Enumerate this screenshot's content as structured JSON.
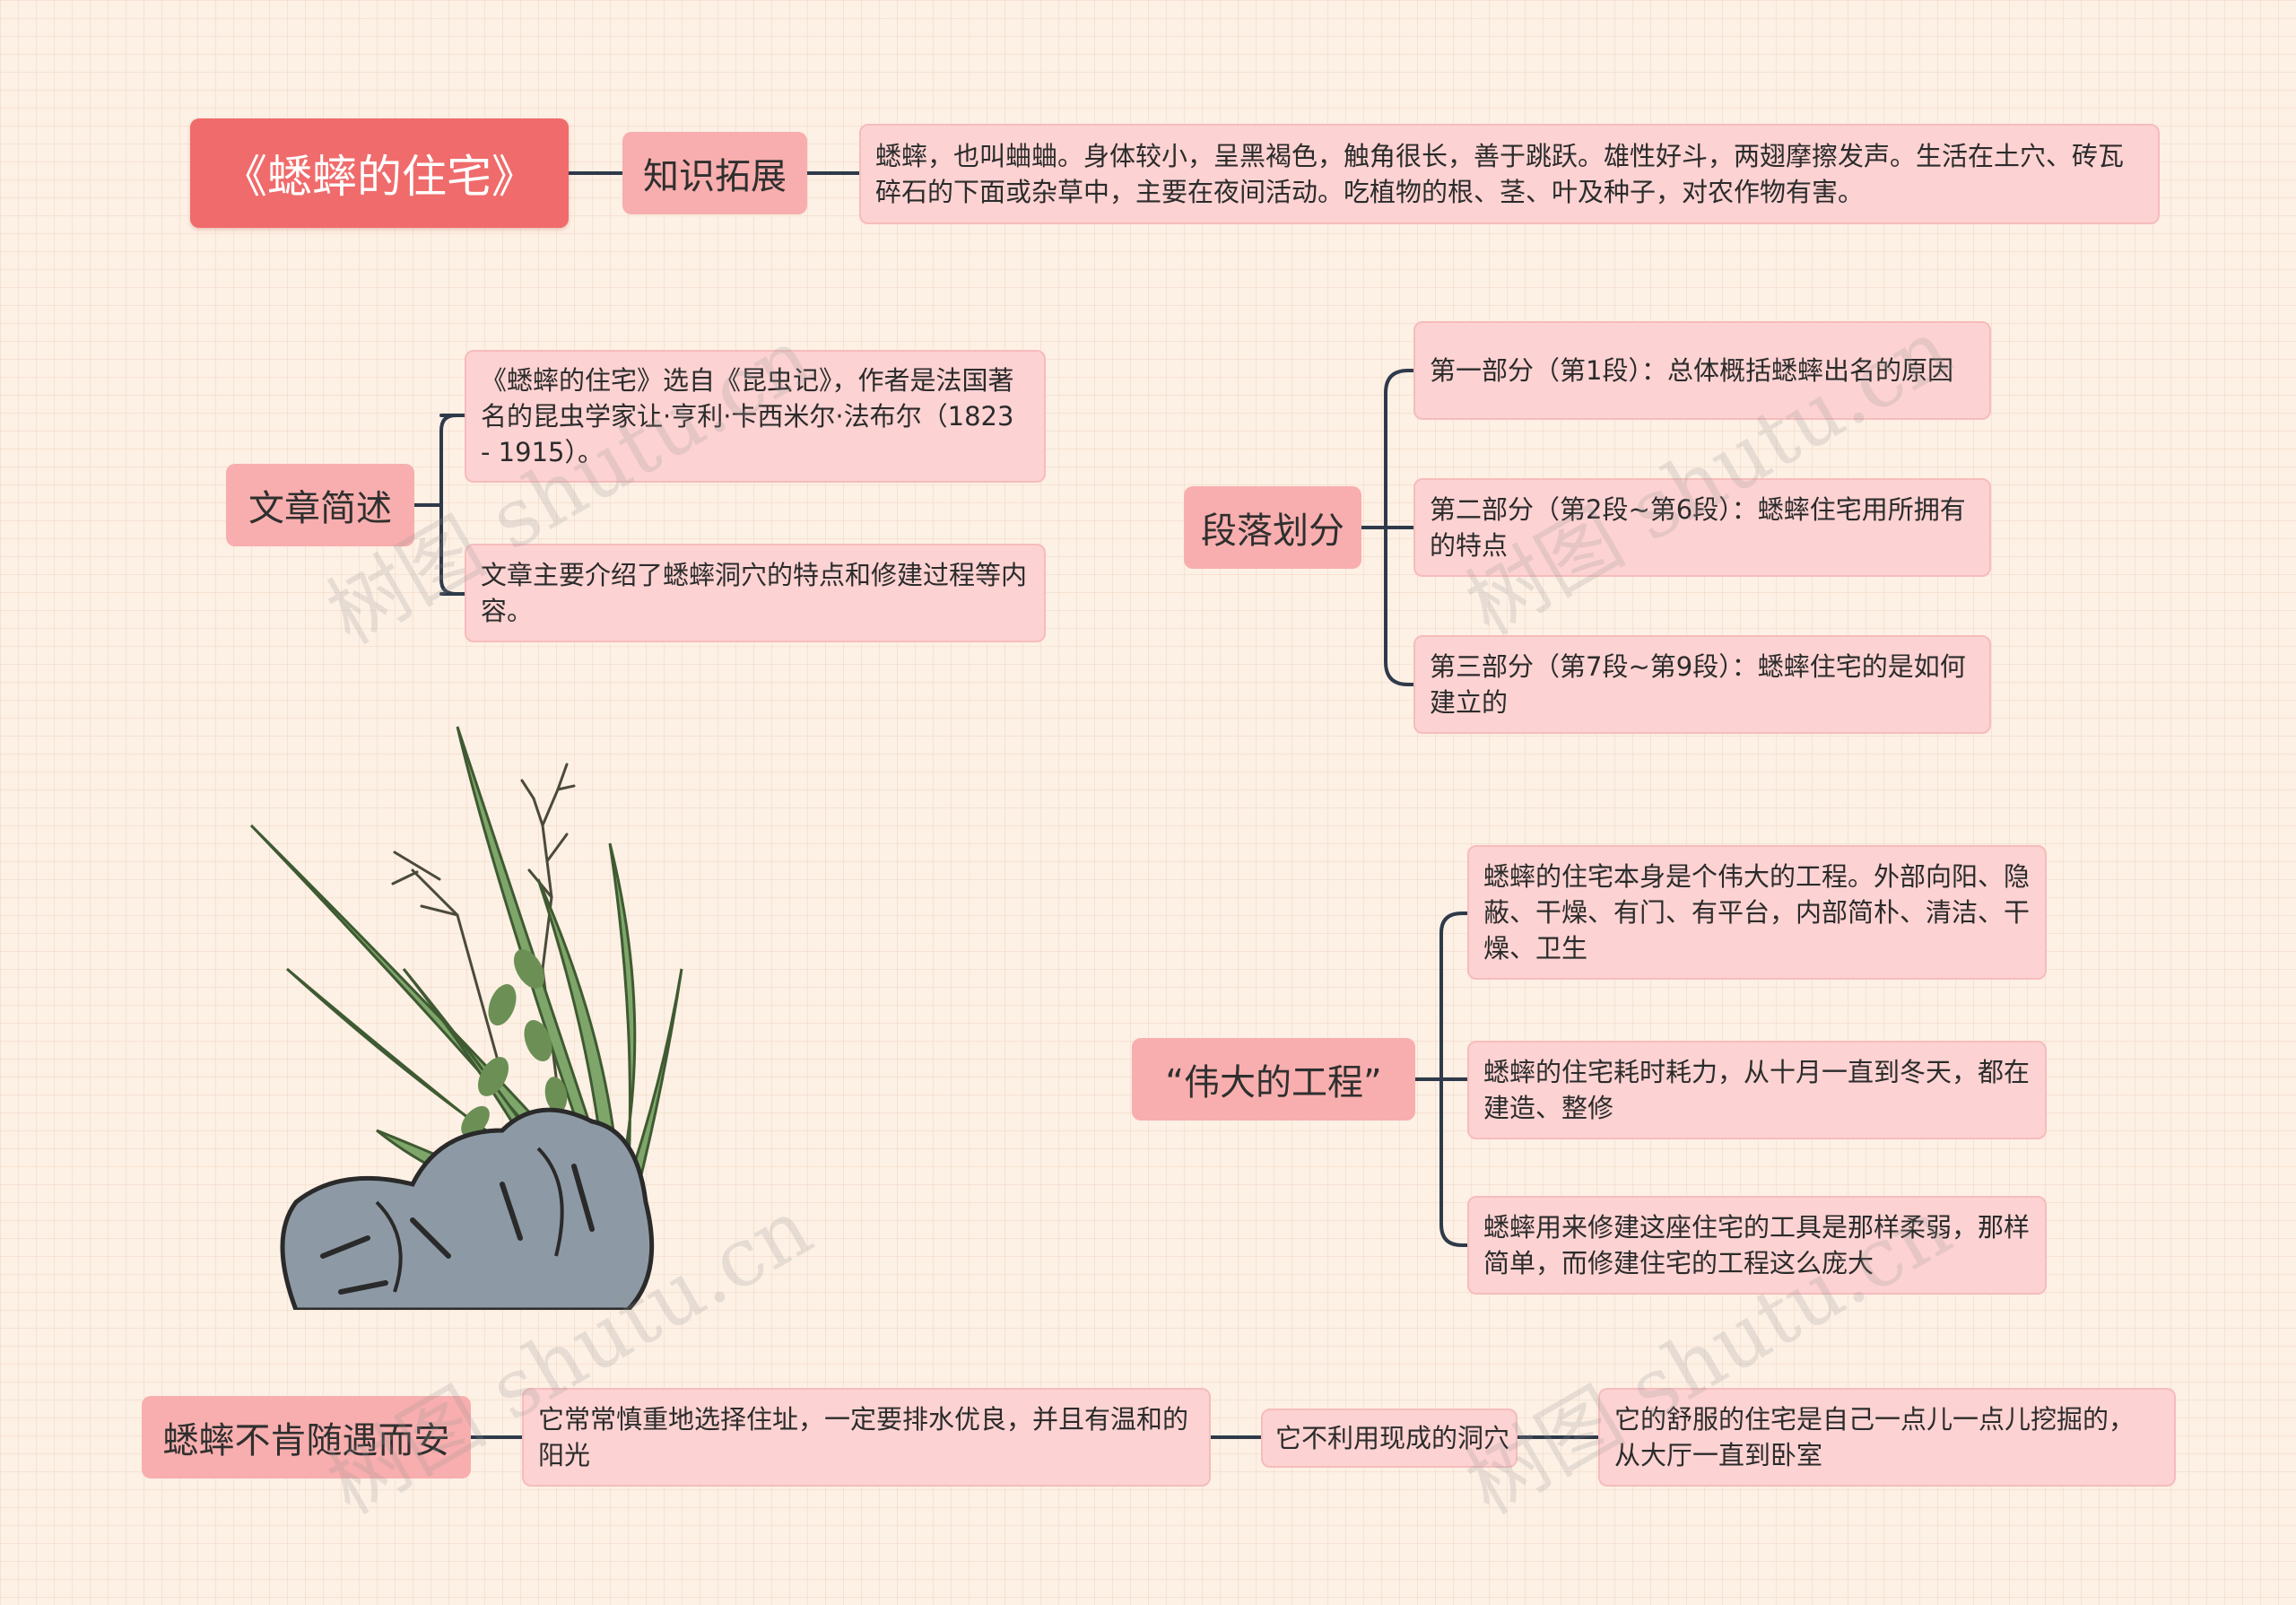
{
  "root": {
    "title": "《蟋蟀的住宅》"
  },
  "knowledge": {
    "label": "知识拓展",
    "text": "蟋蟀，也叫蛐蛐。身体较小，呈黑褐色，触角很长，善于跳跃。雄性好斗，两翅摩擦发声。生活在土穴、砖瓦碎石的下面或杂草中，主要在夜间活动。吃植物的根、茎、叶及种子，对农作物有害。"
  },
  "summary": {
    "label": "文章简述",
    "items": [
      "《蟋蟀的住宅》选自《昆虫记》，作者是法国著名的昆虫学家让·亨利·卡西米尔·法布尔（1823 - 1915）。",
      "文章主要介绍了蟋蟀洞穴的特点和修建过程等内容。"
    ]
  },
  "paragraphs": {
    "label": "段落划分",
    "items": [
      "第一部分（第1段）：总体概括蟋蟀出名的原因",
      "第二部分（第2段~第6段）：蟋蟀住宅用所拥有的特点",
      "第三部分（第7段~第9段）：蟋蟀住宅的是如何建立的"
    ]
  },
  "great": {
    "label": "“伟大的工程”",
    "items": [
      "蟋蟀的住宅本身是个伟大的工程。外部向阳、隐蔽、干燥、有门、有平台，内部简朴、清洁、干燥、卫生",
      "蟋蟀的住宅耗时耗力，从十月一直到冬天，都在建造、整修",
      "蟋蟀用来修建这座住宅的工具是那样柔弱，那样简单，而修建住宅的工程这么庞大"
    ]
  },
  "choosy": {
    "label": "蟋蟀不肯随遇而安",
    "item1": "它常常慎重地选择住址，一定要排水优良，并且有温和的阳光",
    "item2": "它不利用现成的洞穴",
    "item3": "它的舒服的住宅是自己一点儿一点儿挖掘的，从大厅一直到卧室"
  },
  "watermark": "树图 shutu.cn",
  "colors": {
    "root": "#f06b6b",
    "branch": "#f8aeae",
    "leaf": "#fdd2d2",
    "line": "#2e3a4a"
  }
}
